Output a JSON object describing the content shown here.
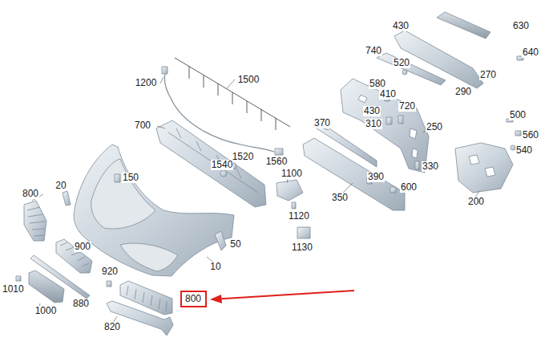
{
  "diagram": {
    "nodes": [
      {
        "text": [
          "800"
        ]
      }
    ],
    "labels": [
      "430",
      "630",
      "640",
      "740",
      "520",
      "270",
      "1200",
      "1500",
      "580",
      "410",
      "290",
      "430",
      "720",
      "310",
      "700",
      "370",
      "250",
      "500",
      "560",
      "540",
      "1520",
      "1560",
      "1540",
      "150",
      "330",
      "1100",
      "390",
      "20",
      "600",
      "800",
      "350",
      "200",
      "1120",
      "900",
      "50",
      "1130",
      "10",
      "920",
      "1010",
      "880",
      "1000",
      "820"
    ]
  }
}
